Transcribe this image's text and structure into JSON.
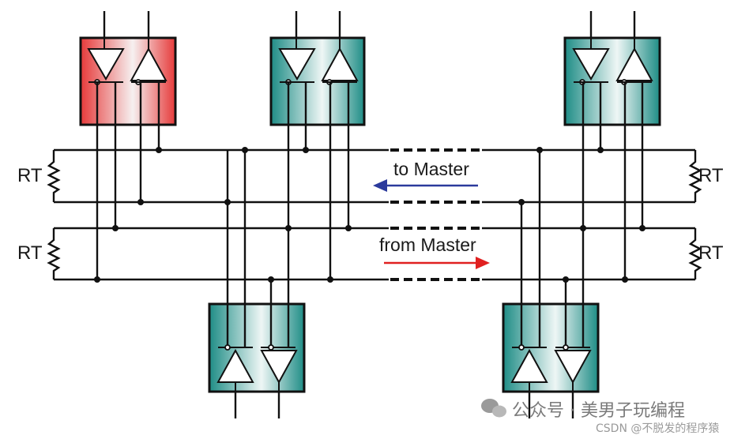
{
  "diagram": {
    "nodes": [
      {
        "id": "master-transceiver",
        "role": "master",
        "color": "#e03030"
      },
      {
        "id": "slave-transceiver-1",
        "role": "slave",
        "color": "#1e8a84"
      },
      {
        "id": "slave-transceiver-2",
        "role": "slave",
        "color": "#1e8a84"
      },
      {
        "id": "slave-transceiver-3",
        "role": "slave",
        "color": "#1e8a84"
      },
      {
        "id": "slave-transceiver-4",
        "role": "slave",
        "color": "#1e8a84"
      }
    ],
    "labels": {
      "termination_left_top": "RT",
      "termination_left_bottom": "RT",
      "termination_right_top": "RT",
      "termination_right_bottom": "RT",
      "to_master": "to Master",
      "from_master": "from Master"
    },
    "arrows": {
      "to_master_color": "#2b3a9c",
      "from_master_color": "#e02020"
    }
  },
  "watermark": {
    "brand": "公众号 · 美男子玩编程",
    "source": "CSDN @不脱发的程序猿"
  }
}
